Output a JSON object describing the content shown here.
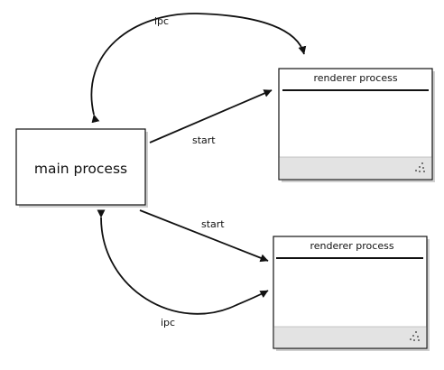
{
  "diagram": {
    "main_process": {
      "label": "main process"
    },
    "renderers": [
      {
        "title": "renderer process"
      },
      {
        "title": "renderer process"
      }
    ],
    "edges": [
      {
        "label": "ipc"
      },
      {
        "label": "start"
      },
      {
        "label": "start"
      },
      {
        "label": "ipc"
      }
    ]
  },
  "colors": {
    "stroke": "#111111",
    "box_fill": "#ffffff",
    "footer_fill": "#e3e3e3",
    "shadow": "#cfcfcf",
    "grip": "#555555"
  },
  "icons": {
    "resize_grip": "resize-grip-icon",
    "arrowhead": "arrowhead-icon"
  }
}
